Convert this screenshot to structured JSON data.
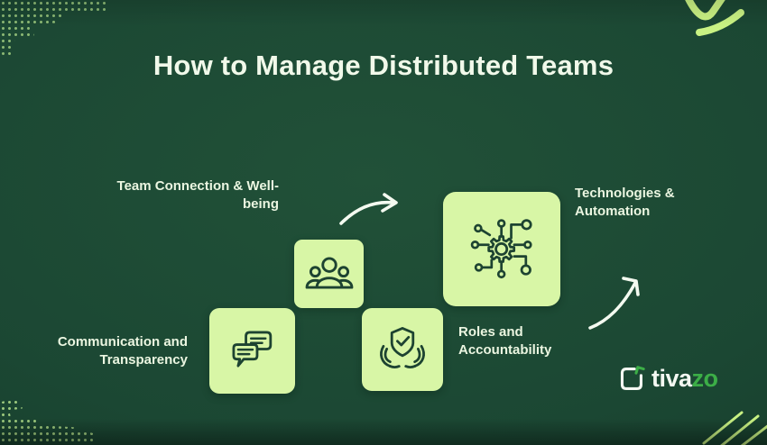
{
  "title": "How to Manage Distributed Teams",
  "steps": [
    {
      "label": "Communication and Transparency",
      "icon": "chat-bubbles-icon"
    },
    {
      "label": "Team Connection & Well-being",
      "icon": "people-group-icon"
    },
    {
      "label": "Roles and Accountability",
      "icon": "shield-hands-icon"
    },
    {
      "label": "Technologies & Automation",
      "icon": "gear-circuit-icon"
    }
  ],
  "logo": {
    "primary": "tiva",
    "accent": "zo"
  },
  "colors": {
    "background": "#1b4733",
    "tile": "#d8f6a6",
    "icon_stroke": "#1d4331",
    "text": "#ebf6e1",
    "arrow": "#f4faf0",
    "logo_accent": "#3cae47",
    "decor_lime": "#c9f283"
  }
}
